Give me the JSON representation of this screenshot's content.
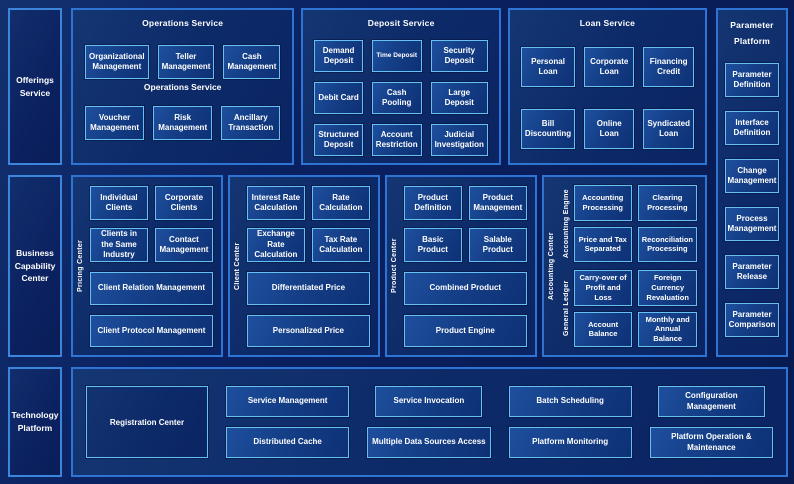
{
  "colors": {
    "page_background": "#0a2060",
    "panel_fill": "#0d2a68",
    "panel_border": "#2e74d2",
    "rail_border": "#3b86dc",
    "box_fill": "#143e86",
    "box_border": "#66c0f2",
    "text": "#ffffff"
  },
  "left_rail": {
    "offerings": "Offerings Service",
    "business_capability": "Business Capability Center",
    "technology": "Technology Platform"
  },
  "operations_service": {
    "title": "Operations Service",
    "mid_label": "Operations Service",
    "row1": [
      "Organizational Management",
      "Teller Management",
      "Cash Management"
    ],
    "row2": [
      "Voucher Management",
      "Risk Management",
      "Ancillary Transaction"
    ]
  },
  "deposit_service": {
    "title": "Deposit Service",
    "boxes": [
      "Demand Deposit",
      "Time Deposit",
      "Security Deposit",
      "Debit Card",
      "Cash Pooling",
      "Large Deposit",
      "Structured Deposit",
      "Account Restriction",
      "Judicial Investigation"
    ]
  },
  "loan_service": {
    "title": "Loan Service",
    "boxes": [
      "Personal Loan",
      "Corporate Loan",
      "Financing Credit",
      "Bill Discounting",
      "Online Loan",
      "Syndicated Loan"
    ]
  },
  "parameter_platform": {
    "title": "Parameter Platform",
    "boxes": [
      "Parameter Definition",
      "Interface Definition",
      "Change Management",
      "Process Management",
      "Parameter Release",
      "Parameter Comparison"
    ]
  },
  "pricing_center": {
    "label": "Pricing Center",
    "pairs": [
      "Individual Clients",
      "Corporate Clients",
      "Clients in the Same Industry",
      "Contact Management"
    ],
    "wide": [
      "Client Relation Management",
      "Client Protocol Management"
    ]
  },
  "client_center": {
    "label": "Client Center",
    "pairs": [
      "Interest Rate Calculation",
      "Rate Calculation",
      "Exchange Rate Calculation",
      "Tax Rate Calculation"
    ],
    "wide": [
      "Differentiated Price",
      "Personalized Price"
    ]
  },
  "product_center": {
    "label": "Product Center",
    "pairs": [
      "Product Definition",
      "Product Management",
      "Basic Product",
      "Salable Product"
    ],
    "wide": [
      "Combined Product",
      "Product Engine"
    ]
  },
  "accounting_center": {
    "label": "Accounting Center",
    "engine_label": "Accounting Engine",
    "ledger_label": "General Ledger",
    "engine_boxes": [
      "Accounting Processing",
      "Clearing Processing",
      "Price and Tax Separated",
      "Reconciliation Processing"
    ],
    "ledger_boxes": [
      "Carry-over of Profit and Loss",
      "Foreign Currency Revaluation",
      "Account Balance",
      "Monthly and Annual Balance"
    ]
  },
  "technology_platform_panel": {
    "registration": "Registration Center",
    "columns": [
      {
        "top": "Service Management",
        "bottom": "Distributed Cache"
      },
      {
        "top": "Service Invocation",
        "bottom": "Multiple Data Sources Access"
      },
      {
        "top": "Batch Scheduling",
        "bottom": "Platform Monitoring"
      },
      {
        "top": "Configuration Management",
        "bottom": "Platform Operation & Maintenance"
      }
    ]
  }
}
